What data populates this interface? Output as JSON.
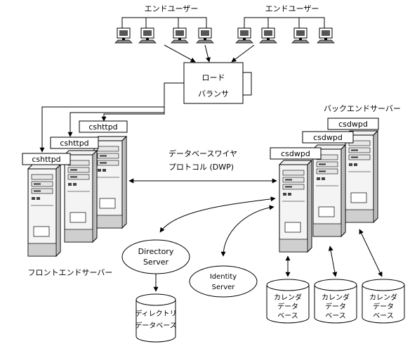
{
  "groups": {
    "end_users_left": "エンドユーザー",
    "end_users_right": "エンドユーザー",
    "back_end_servers": "バックエンドサーバー",
    "front_end_servers": "フロントエンドサーバー"
  },
  "load_balancer": {
    "line1": "ロード",
    "line2": "バランサ"
  },
  "protocol": {
    "line1": "データベースワイヤ",
    "line2": "プロトコル (DWP)"
  },
  "front_end_labels": [
    "cshttpd",
    "cshttpd",
    "cshttpd"
  ],
  "back_end_labels": [
    "csdwpd",
    "csdwpd",
    "csdwpd"
  ],
  "directory_server": {
    "line1": "Directory",
    "line2": "Server"
  },
  "identity_server": {
    "line1": "Identity",
    "line2": "Server"
  },
  "directory_db": {
    "line1": "ディレクトリ",
    "line2": "データベース"
  },
  "calendar_dbs": [
    {
      "line1": "カレンダ",
      "line2": "データ",
      "line3": "ベース"
    },
    {
      "line1": "カレンダ",
      "line2": "データ",
      "line3": "ベース"
    },
    {
      "line1": "カレンダ",
      "line2": "データ",
      "line3": "ベース"
    }
  ]
}
